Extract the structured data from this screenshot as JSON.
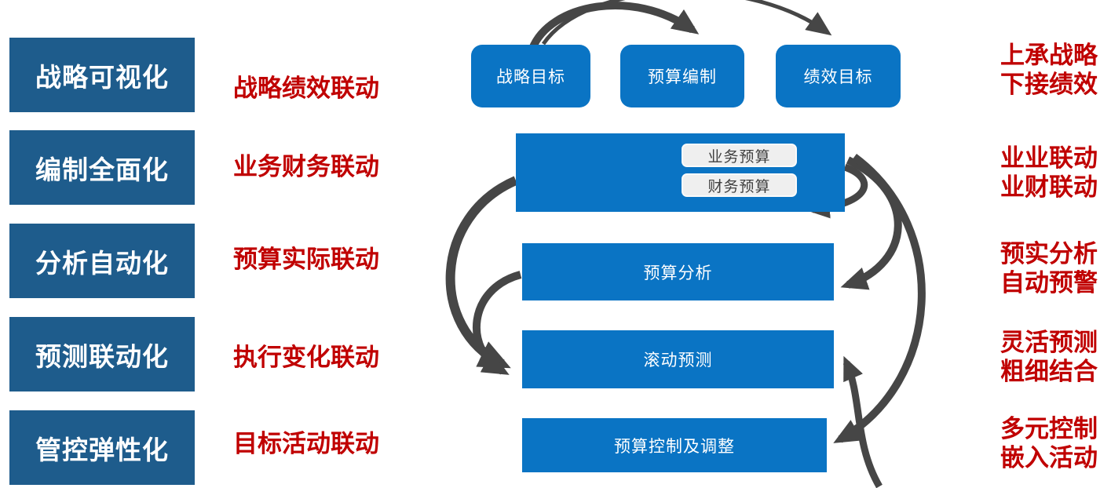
{
  "palette": {
    "left_box_blue": "#1E5C8C",
    "flow_blue": "#0A74C4",
    "accent_red": "#C00000",
    "arrow_gray": "#464646",
    "chip_bg": "#EFEFEF",
    "chip_text": "#404040"
  },
  "left_column": [
    {
      "title": "战略可视化",
      "label": "战略绩效联动"
    },
    {
      "title": "编制全面化",
      "label": "业务财务联动"
    },
    {
      "title": "分析自动化",
      "label": "预算实际联动"
    },
    {
      "title": "预测联动化",
      "label": "执行变化联动"
    },
    {
      "title": "管控弹性化",
      "label": "目标活动联动"
    }
  ],
  "flow": {
    "top_boxes": [
      "战略目标",
      "预算编制",
      "绩效目标"
    ],
    "compile_chips": [
      "业务预算",
      "财务预算"
    ],
    "process_boxes": [
      "预算分析",
      "滚动预测",
      "预算控制及调整"
    ]
  },
  "right_column": [
    {
      "line1": "上承战略",
      "line2": "下接绩效"
    },
    {
      "line1": "业业联动",
      "line2": "业财联动"
    },
    {
      "line1": "预实分析",
      "line2": "自动预警"
    },
    {
      "line1": "灵活预测",
      "line2": "粗细结合"
    },
    {
      "line1": "多元控制",
      "line2": "嵌入活动"
    }
  ]
}
